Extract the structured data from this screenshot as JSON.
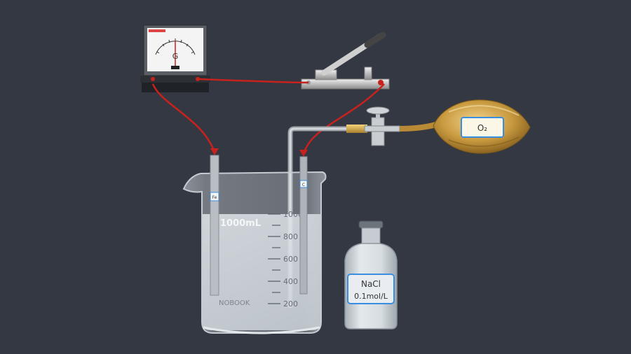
{
  "galvanometer": {
    "symbol": "G"
  },
  "beaker": {
    "capacity_label": "1000mL",
    "brand": "NOBOOK",
    "scale_ticks": [
      "1000",
      "800",
      "600",
      "400",
      "200"
    ]
  },
  "electrodes": {
    "left_tag": "Fe",
    "right_tag": "C"
  },
  "bulb": {
    "gas_label": "O₂"
  },
  "bottle": {
    "chemical": "NaCl",
    "concentration": "0.1mol/L"
  },
  "colors": {
    "background": "#343842",
    "wire": "#c8221e",
    "bulb_gold": "#d3a54e",
    "label_border": "#3a8ee0"
  }
}
